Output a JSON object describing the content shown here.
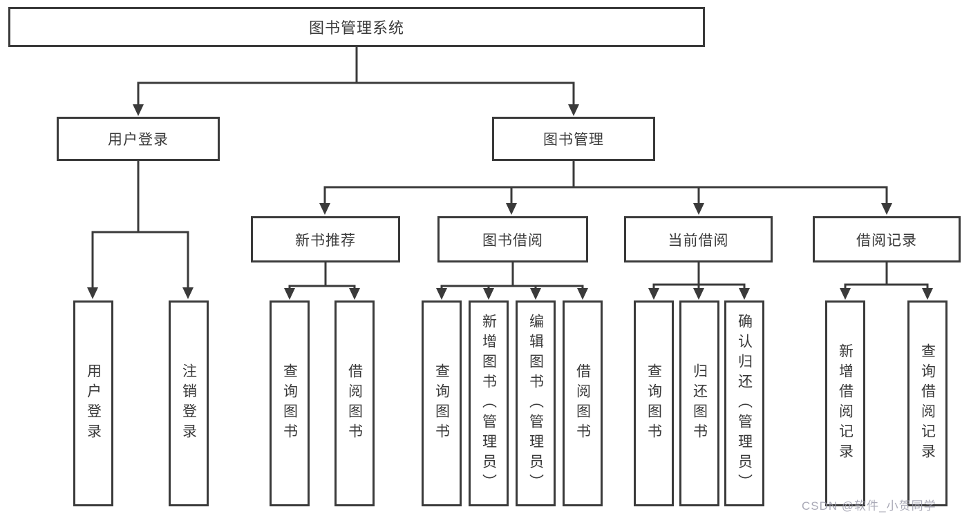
{
  "diagram": {
    "root": "图书管理系统",
    "level2": {
      "user_login": "用户登录",
      "book_management": "图书管理"
    },
    "level3": {
      "new_book_recommend": "新书推荐",
      "book_borrowing": "图书借阅",
      "current_borrowing": "当前借阅",
      "borrowing_records": "借阅记录"
    },
    "leaves": {
      "user_login": "用户登录",
      "logout": "注销登录",
      "query_books_recommend": "查询图书",
      "borrow_books_recommend": "借阅图书",
      "query_books_borrowing": "查询图书",
      "add_book_admin": "新增图书（管理员）",
      "edit_book_admin": "编辑图书（管理员）",
      "borrow_books_borrowing": "借阅图书",
      "query_books_current": "查询图书",
      "return_books": "归还图书",
      "confirm_return_admin": "确认归还（管理员）",
      "add_borrow_record": "新增借阅记录",
      "query_borrow_record": "查询借阅记录"
    },
    "watermark": "CSDN @软件_小贺同学",
    "colors": {
      "line": "#3a3a3a",
      "text": "#3a3a3a",
      "background": "#ffffff",
      "watermark": "#9b9baa"
    }
  }
}
